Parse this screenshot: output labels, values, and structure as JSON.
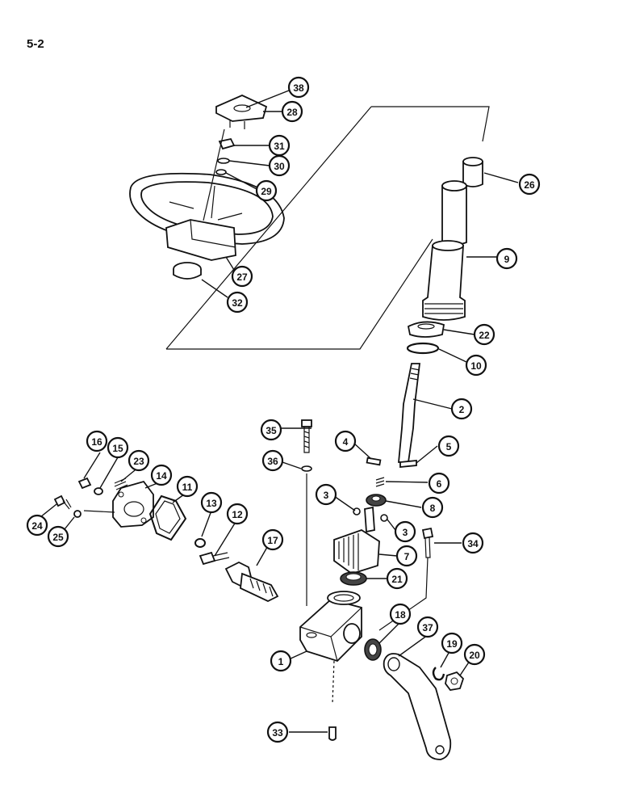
{
  "page_number": "5-2",
  "callouts": [
    {
      "id": "c38",
      "label": "38"
    },
    {
      "id": "c28",
      "label": "28"
    },
    {
      "id": "c31",
      "label": "31"
    },
    {
      "id": "c30",
      "label": "30"
    },
    {
      "id": "c29",
      "label": "29"
    },
    {
      "id": "c27",
      "label": "27"
    },
    {
      "id": "c32",
      "label": "32"
    },
    {
      "id": "c26",
      "label": "26"
    },
    {
      "id": "c9",
      "label": "9"
    },
    {
      "id": "c22",
      "label": "22"
    },
    {
      "id": "c10",
      "label": "10"
    },
    {
      "id": "c2",
      "label": "2"
    },
    {
      "id": "c35",
      "label": "35"
    },
    {
      "id": "c4",
      "label": "4"
    },
    {
      "id": "c5",
      "label": "5"
    },
    {
      "id": "c36",
      "label": "36"
    },
    {
      "id": "c6",
      "label": "6"
    },
    {
      "id": "c3a",
      "label": "3"
    },
    {
      "id": "c8",
      "label": "8"
    },
    {
      "id": "c3b",
      "label": "3"
    },
    {
      "id": "c34",
      "label": "34"
    },
    {
      "id": "c7",
      "label": "7"
    },
    {
      "id": "c21",
      "label": "21"
    },
    {
      "id": "c16",
      "label": "16"
    },
    {
      "id": "c15",
      "label": "15"
    },
    {
      "id": "c23",
      "label": "23"
    },
    {
      "id": "c14",
      "label": "14"
    },
    {
      "id": "c11",
      "label": "11"
    },
    {
      "id": "c13",
      "label": "13"
    },
    {
      "id": "c12",
      "label": "12"
    },
    {
      "id": "c17",
      "label": "17"
    },
    {
      "id": "c24",
      "label": "24"
    },
    {
      "id": "c25",
      "label": "25"
    },
    {
      "id": "c18",
      "label": "18"
    },
    {
      "id": "c37",
      "label": "37"
    },
    {
      "id": "c19",
      "label": "19"
    },
    {
      "id": "c20",
      "label": "20"
    },
    {
      "id": "c1",
      "label": "1"
    },
    {
      "id": "c33",
      "label": "33"
    }
  ]
}
